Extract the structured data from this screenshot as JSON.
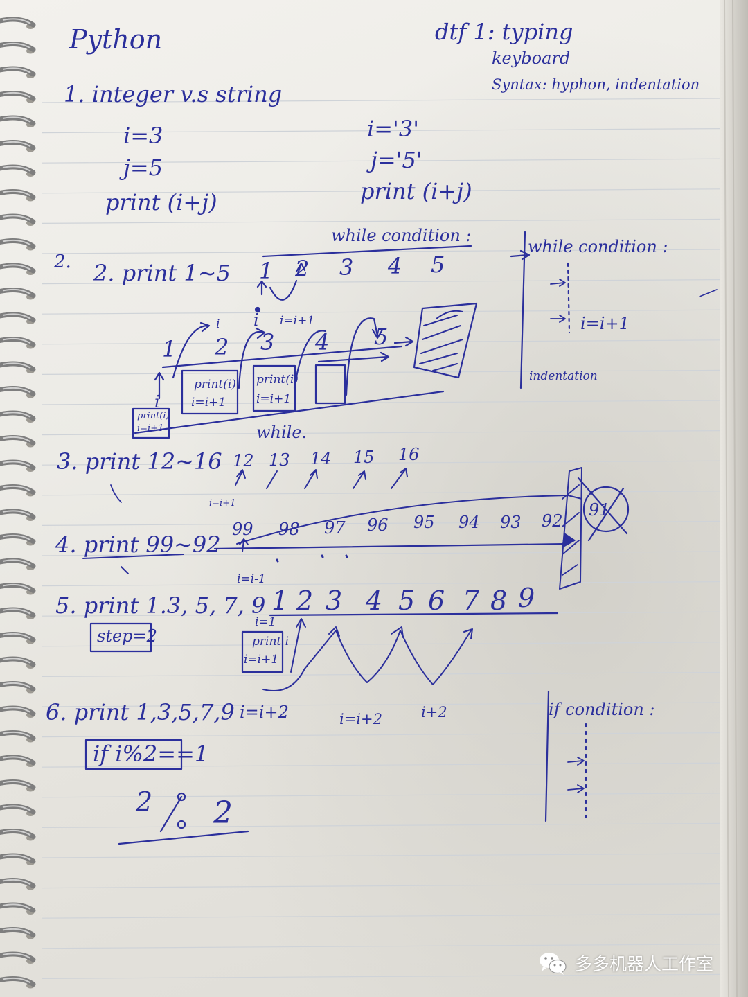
{
  "page": {
    "title": "Python",
    "header_note": [
      "dtf 1: typing",
      "keyboard",
      "Syntax: hyphon, indentation"
    ]
  },
  "section1": {
    "heading": "1. integer v.s string",
    "left_code": [
      "i=3",
      "j=5",
      "print (i+j)"
    ],
    "right_code": [
      "i='3'",
      "j='5'",
      "print (i+j)"
    ]
  },
  "section2": {
    "heading": "2. print 1~5",
    "while_label": "while condition :",
    "numbers": [
      "1",
      "2",
      "3",
      "4",
      "5"
    ],
    "i_label": "i",
    "increment": "i=i+1",
    "diagram_numbers": [
      "1",
      "2",
      "3",
      "4",
      "5"
    ],
    "box_print": "print(i)",
    "box_inc": "i=i+1",
    "while_bottom": "while.",
    "side_header": "while condition :",
    "side_increment": "i=i+1",
    "side_indentation": "indentation"
  },
  "section3": {
    "heading": "3. print 12~16",
    "numbers": [
      "12",
      "13",
      "14",
      "15",
      "16"
    ],
    "note": "i=i+1"
  },
  "section4": {
    "heading": "4. print 99~92",
    "numbers": [
      "99",
      "98",
      "97",
      "96",
      "95",
      "94",
      "93",
      "92",
      "91"
    ],
    "note": "i=i-1"
  },
  "section5": {
    "heading": "5. print 1.3, 5, 7, 9",
    "step_box": "step=2",
    "numbers": [
      "1",
      "2",
      "3",
      "4",
      "5",
      "6",
      "7",
      "8",
      "9"
    ],
    "init": "i=1",
    "box_print": "print i",
    "box_inc": "i=i+1"
  },
  "section6": {
    "heading": "6. print 1,3,5,7,9",
    "notes": [
      "i=i+2",
      "i=i+2",
      "i+2"
    ],
    "if_box": "if i%2==1",
    "mod_top": "2",
    "mod_bottom": "2",
    "side_header": "if condition :"
  },
  "watermark": {
    "text": "多多机器人工作室",
    "icon": "wechat-icon"
  },
  "colors": {
    "ink": "#2b2f9c",
    "paper": "#eeede8",
    "rings": "#8c8c8c"
  }
}
